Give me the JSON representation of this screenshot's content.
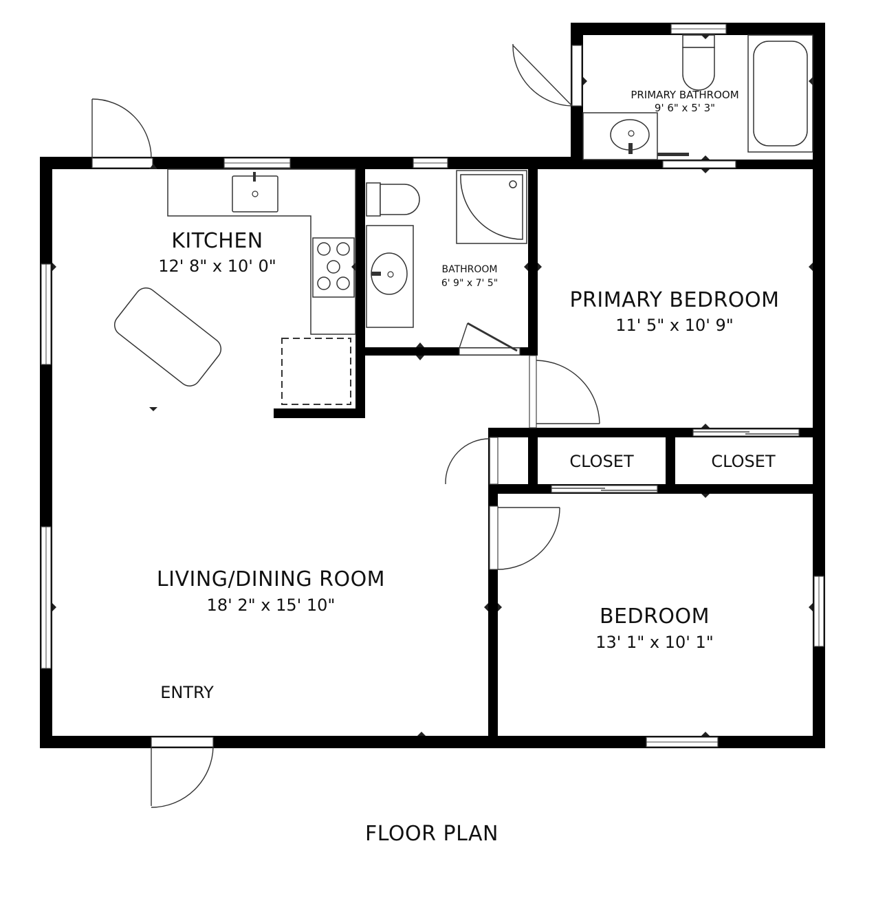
{
  "plan_title": "FLOOR PLAN",
  "rooms": {
    "kitchen": {
      "name": "KITCHEN",
      "dims": "12' 8\" x 10' 0\""
    },
    "bathroom": {
      "name": "BATHROOM",
      "dims": "6' 9\" x 7' 5\""
    },
    "primary_bathroom": {
      "name": "PRIMARY BATHROOM",
      "dims": "9' 6\" x 5' 3\""
    },
    "primary_bedroom": {
      "name": "PRIMARY BEDROOM",
      "dims": "11' 5\" x 10' 9\""
    },
    "closet_left": {
      "name": "CLOSET"
    },
    "closet_right": {
      "name": "CLOSET"
    },
    "living_dining": {
      "name": "LIVING/DINING ROOM",
      "dims": "18' 2\" x 15' 10\""
    },
    "bedroom": {
      "name": "BEDROOM",
      "dims": "13' 1\" x 10' 1\""
    },
    "entry": {
      "name": "ENTRY"
    }
  },
  "colors": {
    "wall": "#000000",
    "background": "#ffffff",
    "fixture_stroke": "#333333"
  }
}
